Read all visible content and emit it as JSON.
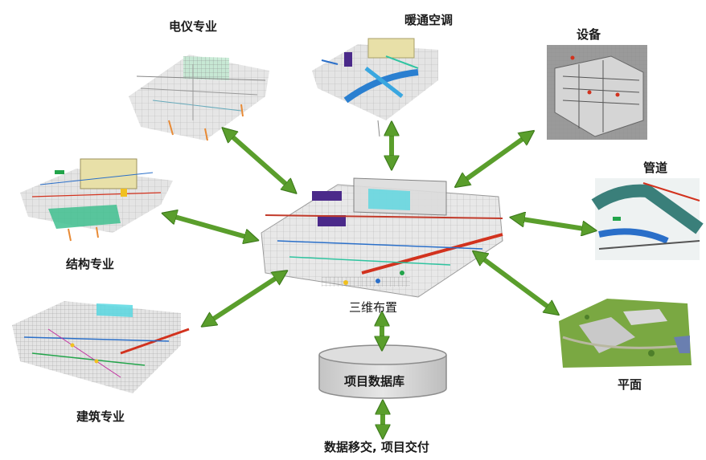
{
  "labels": {
    "electrical": "电仪专业",
    "hvac": "暖通空调",
    "equipment": "设备",
    "piping": "管道",
    "structural": "结构专业",
    "architectural": "建筑专业",
    "center": "三维布置",
    "database": "项目数据库",
    "plan": "平面",
    "delivery": "数据移交, 项目交付"
  },
  "colors": {
    "arrow": "#5a9e2c",
    "arrow_outline": "#3d7a1c",
    "database_fill": "#d9d9d9",
    "database_stroke": "#8c8c8c",
    "model_floor": "#e4e4e4",
    "model_cyan": "#4fd6e0",
    "model_red": "#d2321e",
    "model_blue": "#2a6fc9",
    "model_purple": "#4b2a8a",
    "model_yellow": "#e8e0a8",
    "terrain_green": "#7aa842"
  }
}
